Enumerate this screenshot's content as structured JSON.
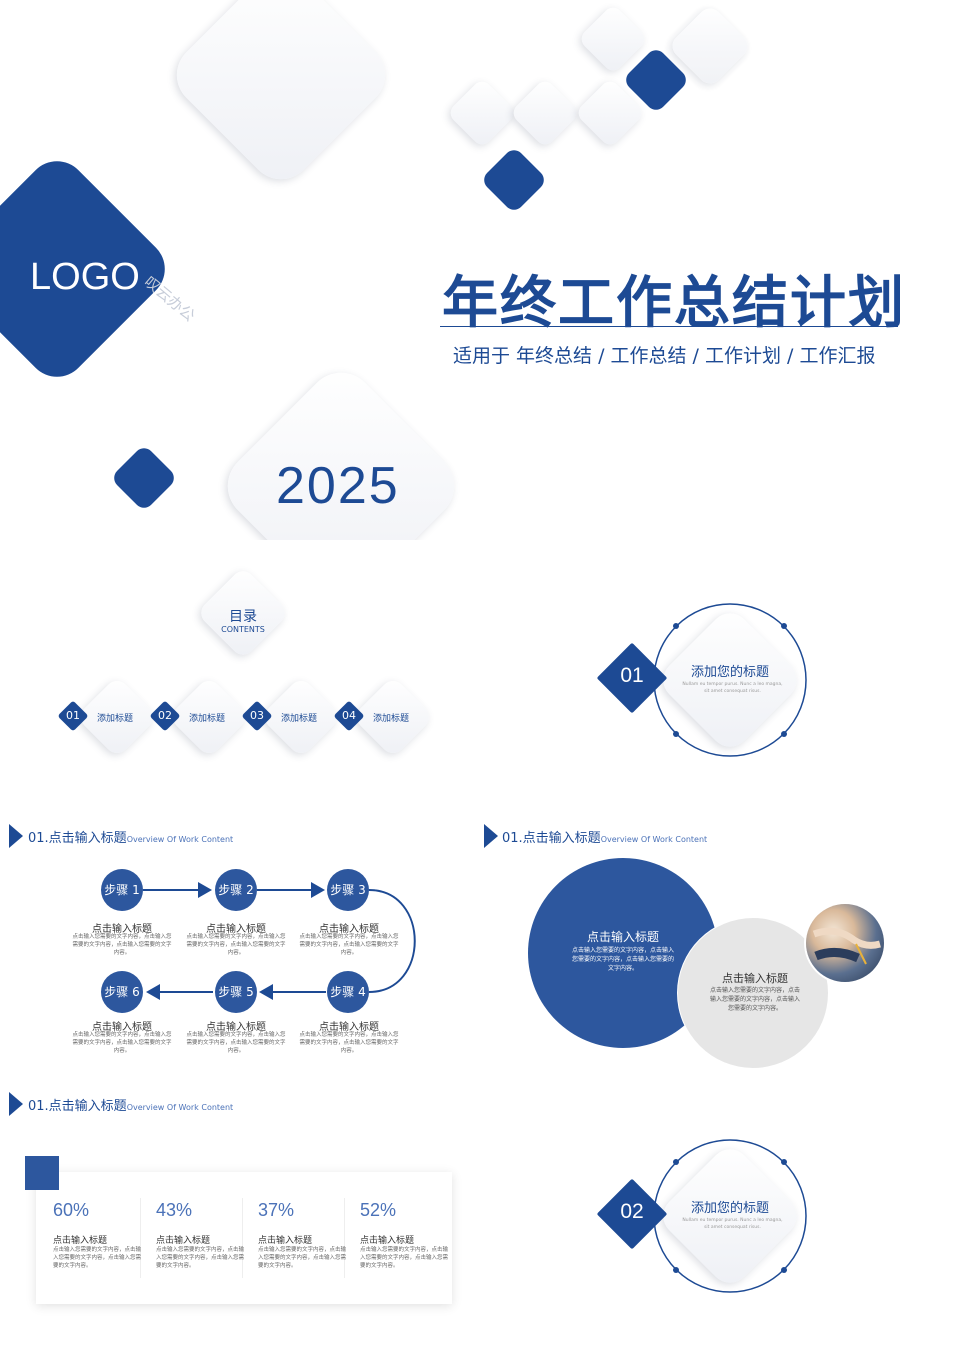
{
  "cover": {
    "logo": "LOGO",
    "title": "年终工作总结计划",
    "subtitle": "适用于  年终总结 / 工作总结 / 工作计划 / 工作汇报",
    "year": "2025",
    "watermark": "叹云办公"
  },
  "toc": {
    "title": "目录",
    "subtitle": "CONTENTS",
    "items": [
      {
        "num": "01",
        "label": "添加标题"
      },
      {
        "num": "02",
        "label": "添加标题"
      },
      {
        "num": "03",
        "label": "添加标题"
      },
      {
        "num": "04",
        "label": "添加标题"
      }
    ]
  },
  "section_01": {
    "num": "01",
    "title": "添加您的标题",
    "desc": "Nullam eu tempor purus. Nunc a leo magna, sit amet consequat risus."
  },
  "section_02": {
    "num": "02",
    "title": "添加您的标题",
    "desc": "Nullam eu tempor purus. Nunc a leo magna, sit amet consequat risus."
  },
  "steps_slide": {
    "heading": "01.点击输入标题",
    "heading_sub": "Overview Of Work Content",
    "steps": [
      {
        "label": "步骤 1",
        "title": "点击输入标题",
        "desc": "点击输入您需要的文字内容，点击输入您需要的文字内容，点击输入您需要的文字内容。"
      },
      {
        "label": "步骤 2",
        "title": "点击输入标题",
        "desc": "点击输入您需要的文字内容，点击输入您需要的文字内容，点击输入您需要的文字内容。"
      },
      {
        "label": "步骤 3",
        "title": "点击输入标题",
        "desc": "点击输入您需要的文字内容，点击输入您需要的文字内容，点击输入您需要的文字内容。"
      },
      {
        "label": "步骤 4",
        "title": "点击输入标题",
        "desc": "点击输入您需要的文字内容，点击输入您需要的文字内容，点击输入您需要的文字内容。"
      },
      {
        "label": "步骤 5",
        "title": "点击输入标题",
        "desc": "点击输入您需要的文字内容，点击输入您需要的文字内容，点击输入您需要的文字内容。"
      },
      {
        "label": "步骤 6",
        "title": "点击输入标题",
        "desc": "点击输入您需要的文字内容，点击输入您需要的文字内容，点击输入您需要的文字内容。"
      }
    ]
  },
  "circles_slide": {
    "heading": "01.点击输入标题",
    "heading_sub": "Overview Of Work Content",
    "big": {
      "title": "点击输入标题",
      "desc": "点击输入您需要的文字内容，点击输入您需要的文字内容，点击输入您需要的文字内容。"
    },
    "small": {
      "title": "点击输入标题",
      "desc": "点击输入您需要的文字内容，点击输入您需要的文字内容，点击输入您需要的文字内容。"
    }
  },
  "stats_slide": {
    "heading": "01.点击输入标题",
    "heading_sub": "Overview Of Work Content",
    "items": [
      {
        "value": "60%",
        "title": "点击输入标题",
        "desc": "点击输入您需要的文字内容，点击输入您需要的文字内容，点击输入您需要的文字内容。"
      },
      {
        "value": "43%",
        "title": "点击输入标题",
        "desc": "点击输入您需要的文字内容，点击输入您需要的文字内容，点击输入您需要的文字内容。"
      },
      {
        "value": "37%",
        "title": "点击输入标题",
        "desc": "点击输入您需要的文字内容，点击输入您需要的文字内容，点击输入您需要的文字内容。"
      },
      {
        "value": "52%",
        "title": "点击输入标题",
        "desc": "点击输入您需要的文字内容，点击输入您需要的文字内容，点击输入您需要的文字内容。"
      }
    ]
  },
  "colors": {
    "primary": "#1d4a94",
    "circle_grey": "#e6e6e6"
  }
}
